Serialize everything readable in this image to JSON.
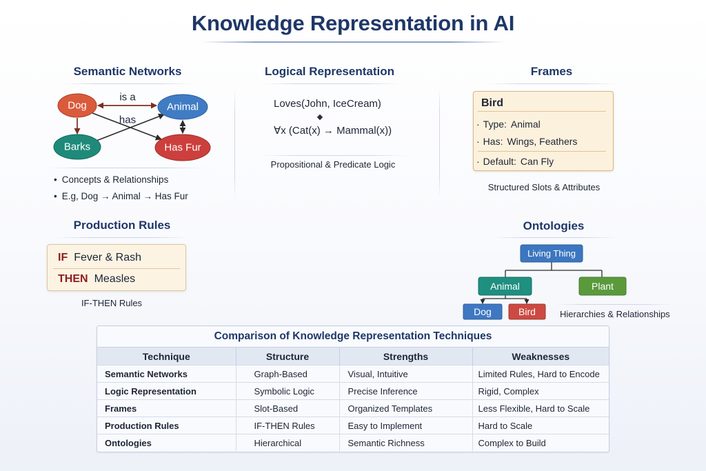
{
  "title": "Knowledge Representation in AI",
  "colors": {
    "title": "#1f3768",
    "rule_keyword": "#8b1e1e",
    "frame_background": "#fcf1dc",
    "table_header_background": "#e2e8f2"
  },
  "semantic_networks": {
    "heading": "Semantic Networks",
    "nodes": {
      "dog": {
        "label": "Dog",
        "color": "#d95b3b"
      },
      "animal": {
        "label": "Animal",
        "color": "#3f7cc4"
      },
      "barks": {
        "label": "Barks",
        "color": "#1f8a7a"
      },
      "has_fur": {
        "label": "Has Fur",
        "color": "#cc3f3c"
      }
    },
    "edge_labels": {
      "is_a": "is a",
      "has": "has"
    },
    "bullets": [
      "Concepts & Relationships",
      "E.g, Dog → Animal → Has Fur"
    ]
  },
  "logical_representation": {
    "heading": "Logical Representation",
    "expressions": [
      "Loves(John, IceCream)",
      "∀x (Cat(x) → Mammal(x))"
    ],
    "caption": "Propositional & Predicate Logic"
  },
  "frames": {
    "heading": "Frames",
    "frame_name": "Bird",
    "slots": [
      {
        "key": "Type:",
        "value": "Animal"
      },
      {
        "key": "Has:",
        "value": "Wings, Feathers"
      },
      {
        "key": "Default:",
        "value": "Can Fly"
      }
    ],
    "caption": "Structured Slots & Attributes"
  },
  "production_rules": {
    "heading": "Production Rules",
    "if_keyword": "IF",
    "condition": "Fever & Rash",
    "then_keyword": "THEN",
    "conclusion": "Measles",
    "caption": "IF-THEN Rules"
  },
  "ontologies": {
    "heading": "Ontologies",
    "nodes": {
      "living_thing": {
        "label": "Living Thing",
        "color": "#3d76c0"
      },
      "animal": {
        "label": "Animal",
        "color": "#1f8f80"
      },
      "plant": {
        "label": "Plant",
        "color": "#5a9a3c"
      },
      "dog": {
        "label": "Dog",
        "color": "#3e78c2"
      },
      "bird": {
        "label": "Bird",
        "color": "#cc4a42"
      }
    },
    "caption": "Hierarchies & Relationships"
  },
  "table": {
    "title": "Comparison of Knowledge Representation Techniques",
    "columns": [
      "Technique",
      "Structure",
      "Strengths",
      "Weaknesses"
    ],
    "rows": [
      {
        "technique": "Semantic Networks",
        "structure": "Graph-Based",
        "strengths": "Visual, Intuitive",
        "weaknesses": "Limited Rules, Hard to Encode"
      },
      {
        "technique": "Logic Representation",
        "structure": "Symbolic Logic",
        "strengths": "Precise Inference",
        "weaknesses": "Rigid, Complex"
      },
      {
        "technique": "Frames",
        "structure": "Slot-Based",
        "strengths": "Organized Templates",
        "weaknesses": "Less Flexible, Hard to Scale"
      },
      {
        "technique": "Production Rules",
        "structure": "IF-THEN Rules",
        "strengths": "Easy to Implement",
        "weaknesses": "Hard to Scale"
      },
      {
        "technique": "Ontologies",
        "structure": "Hierarchical",
        "strengths": "Semantic Richness",
        "weaknesses": "Complex to Build"
      }
    ]
  }
}
